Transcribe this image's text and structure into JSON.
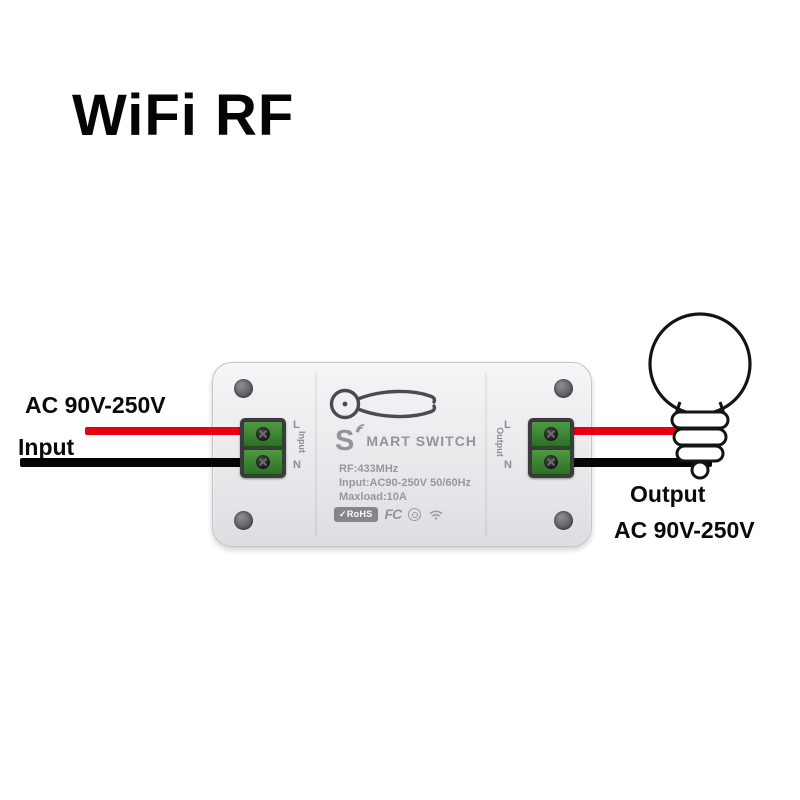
{
  "title": {
    "text": "WiFi RF"
  },
  "labels": {
    "left_voltage": "AC 90V-250V",
    "left_input": "Input",
    "right_output": "Output",
    "right_voltage": "AC 90V-250V"
  },
  "device": {
    "brand": {
      "s": "S",
      "rest": "MART SWITCH"
    },
    "specs": [
      "RF:433MHz",
      "Input:AC90-250V 50/60Hz",
      "Maxload:10A"
    ],
    "certs": {
      "rohs": "✓RoHS",
      "fcc": "FC"
    },
    "terminals": {
      "left": {
        "line": "L",
        "neutral": "N",
        "label": "Input"
      },
      "right": {
        "line": "L",
        "neutral": "N",
        "label": "Output"
      }
    }
  },
  "colors": {
    "live_wire": "#e60012",
    "neutral_wire": "#050505",
    "device_body": "#ebecee",
    "terminal_green": "#3a7d36"
  }
}
